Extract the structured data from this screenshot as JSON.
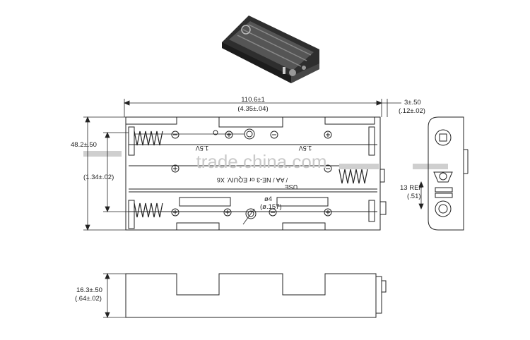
{
  "diagram": {
    "dimensions": {
      "overall_length_mm": "110.6±1",
      "overall_length_in": "(4.35±.04)",
      "side_offset_mm": "3±.50",
      "side_offset_in": "(.12±.02)",
      "height_mm": "48.2±.50",
      "inner_height_in": "(1.34±.02)",
      "hole_diameter_mm": "ø4",
      "hole_diameter_in": "(ø.157)",
      "ref_mm": "13 REF",
      "ref_in": "(.51)",
      "depth_mm": "16.3±.50",
      "depth_in": "(.64±.02)"
    },
    "labels": {
      "use_line1": "USE",
      "use_line2": "/ AA / NE-3 or EQUIV. X6",
      "cell_voltage": "1.5V",
      "plus": "⊕",
      "minus": "⊖"
    },
    "watermark": "trade.china.com",
    "colors": {
      "line": "#222222",
      "watermark": "#c9c9c9",
      "product_body": "#3a3a3a"
    }
  }
}
